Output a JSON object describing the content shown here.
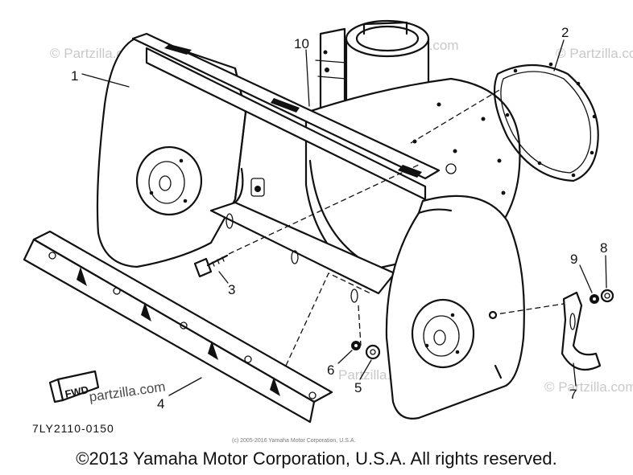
{
  "diagram": {
    "part_labels": {
      "p1": "1",
      "p2": "2",
      "p3": "3",
      "p4": "4",
      "p5": "5",
      "p6": "6",
      "p7": "7",
      "p8": "8",
      "p9": "9",
      "p10": "10"
    },
    "drawing_code": "7LY2110-0150",
    "watermarks": {
      "wm1": "© Partzilla.com",
      "wm2": "© Partzilla.com",
      "wm3": "Partzilla.com",
      "wm4": "© Partzilla.com",
      "wm5": "© Partzilla.com",
      "wm6": "partzilla.com"
    },
    "fwd_mark": "FWD",
    "small_copyright": "(c) 2005-2016 Yamaha Motor Corporation, U.S.A.",
    "copyright": "©2013 Yamaha Motor Corporation, U.S.A. All rights reserved."
  }
}
